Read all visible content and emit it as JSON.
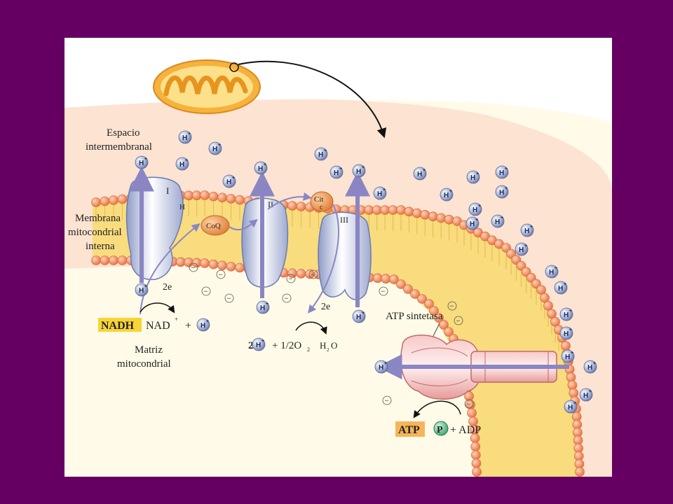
{
  "labels": {
    "espacio_1": "Espacio",
    "espacio_2": "intermembranal",
    "membrana_1": "Membrana",
    "membrana_2": "mitocondrial",
    "membrana_3": "interna",
    "matriz_1": "Matriz",
    "matriz_2": "mitocondrial",
    "atp_sintetasa": "ATP sintetasa"
  },
  "complexes": {
    "c1": "I",
    "c2": "II",
    "c3": "III",
    "h_small": "H"
  },
  "carriers": {
    "coq": "CoQ",
    "cit_1": "Cit",
    "cit_2": "c"
  },
  "electrons": {
    "e1": "2e",
    "e2": "2e"
  },
  "reaction1": {
    "nadh": "NADH",
    "nad": "NAD",
    "plus": "+"
  },
  "reaction2": {
    "two": "2",
    "plus_half": "+ 1/2O",
    "sub2": "2",
    "h": "H",
    "h2o_sub": "2",
    "o": "O"
  },
  "atp_reaction": {
    "atp": "ATP",
    "p": "P",
    "adp": "+ ADP"
  },
  "ion": {
    "h": "H",
    "plus_sign": "+",
    "minus": "−"
  },
  "colors": {
    "background": "#650062",
    "matrix": "#fdf8d8",
    "intermembrane": "#fde3d2",
    "membrane_head": "#f08a5a",
    "membrane_tail": "#f7d676",
    "protein": "#bcd3ec",
    "arrow": "#8a86c4",
    "highlight_nadh": "#f9d436",
    "highlight_atp": "#f7b45a",
    "h_ion": "#9aa7cf"
  }
}
